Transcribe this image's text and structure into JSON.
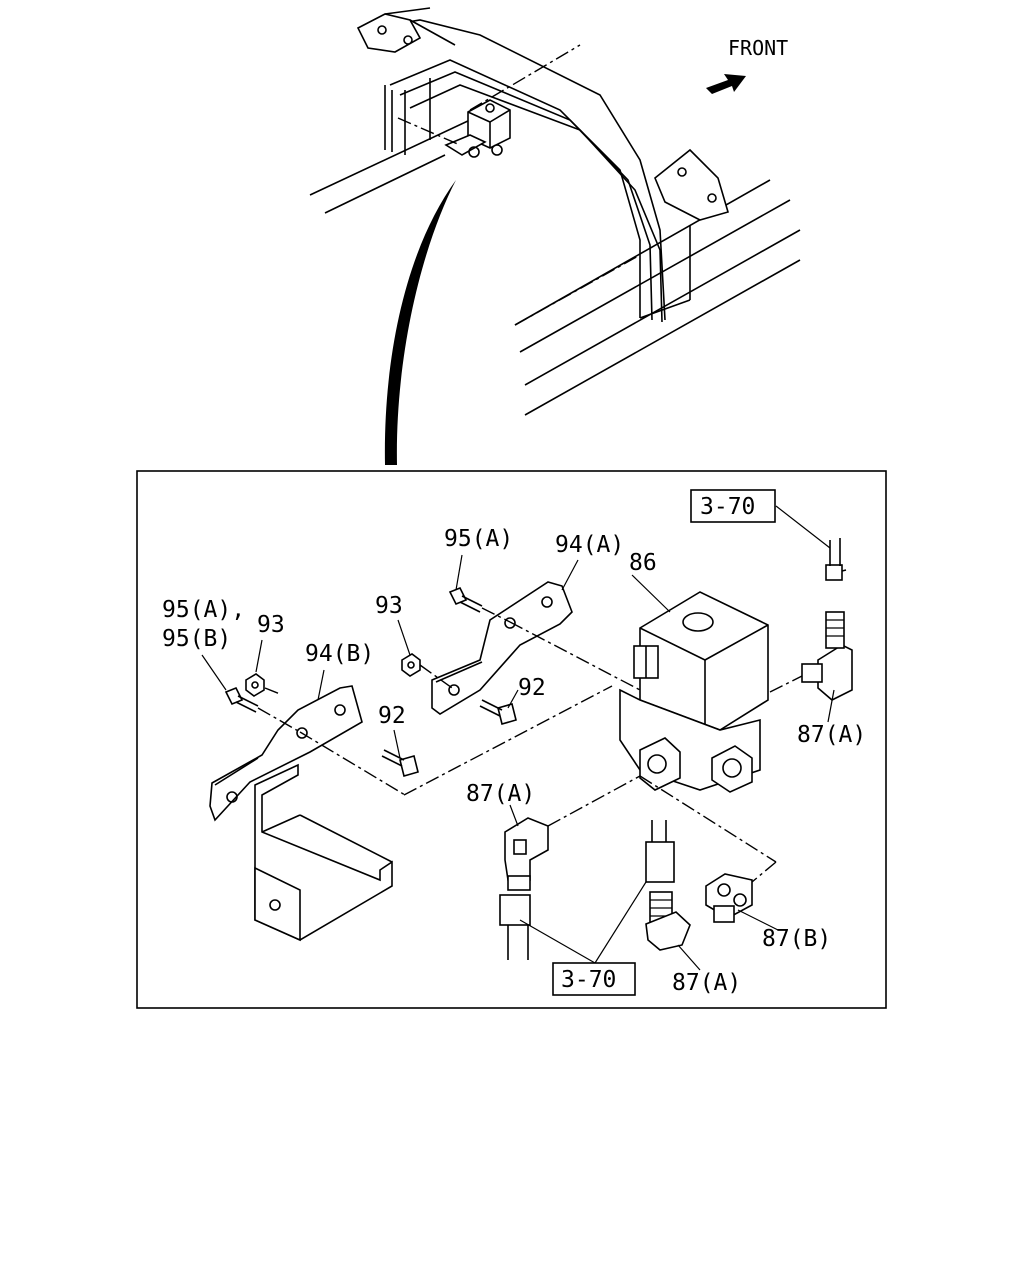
{
  "direction_label": "FRONT",
  "callouts": {
    "c86": "86",
    "c87a_right": "87(A)",
    "c87a_left": "87(A)",
    "c87a_bottom": "87(A)",
    "c87b": "87(B)",
    "c92_a": "92",
    "c92_b": "92",
    "c93_a": "93",
    "c93_b": "93",
    "c94a": "94(A)",
    "c94b": "94(B)",
    "c95a_top": "95(A)",
    "c95a_left": "95(A),",
    "c95b": "95(B)"
  },
  "references": {
    "ref_top": "3-70",
    "ref_bottom": "3-70"
  }
}
